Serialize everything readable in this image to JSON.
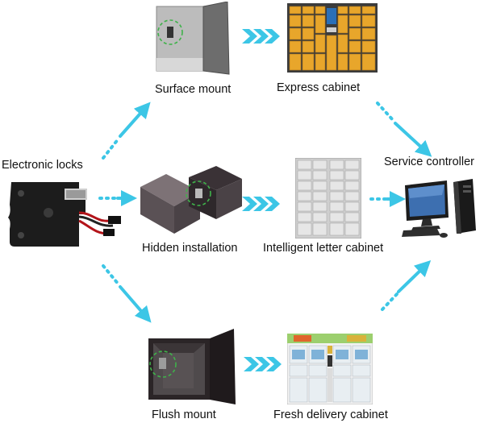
{
  "labels": {
    "electronic_locks": "Electronic locks",
    "surface_mount": "Surface mount",
    "hidden_installation": "Hidden installation",
    "flush_mount": "Flush mount",
    "express_cabinet": "Express cabinet",
    "intelligent_letter_cabinet": "Intelligent letter cabinet",
    "fresh_delivery_cabinet": "Fresh delivery cabinet",
    "service_controller": "Service controller"
  },
  "colors": {
    "arrow": "#3cc6e6",
    "highlight_circle": "#3fb24a",
    "express_cabinet": "#e8a62b",
    "lock_body": "#1c1c1c"
  },
  "icons": {
    "electronic_lock": "electronic-lock-icon",
    "surface_mount": "surface-mount-box-icon",
    "hidden_installation": "drawer-icon",
    "flush_mount": "safe-box-icon",
    "express_cabinet": "locker-cabinet-icon",
    "intelligent_letter_cabinet": "letter-cabinet-icon",
    "fresh_delivery_cabinet": "fresh-cabinet-icon",
    "service_controller": "desktop-computer-icon"
  }
}
